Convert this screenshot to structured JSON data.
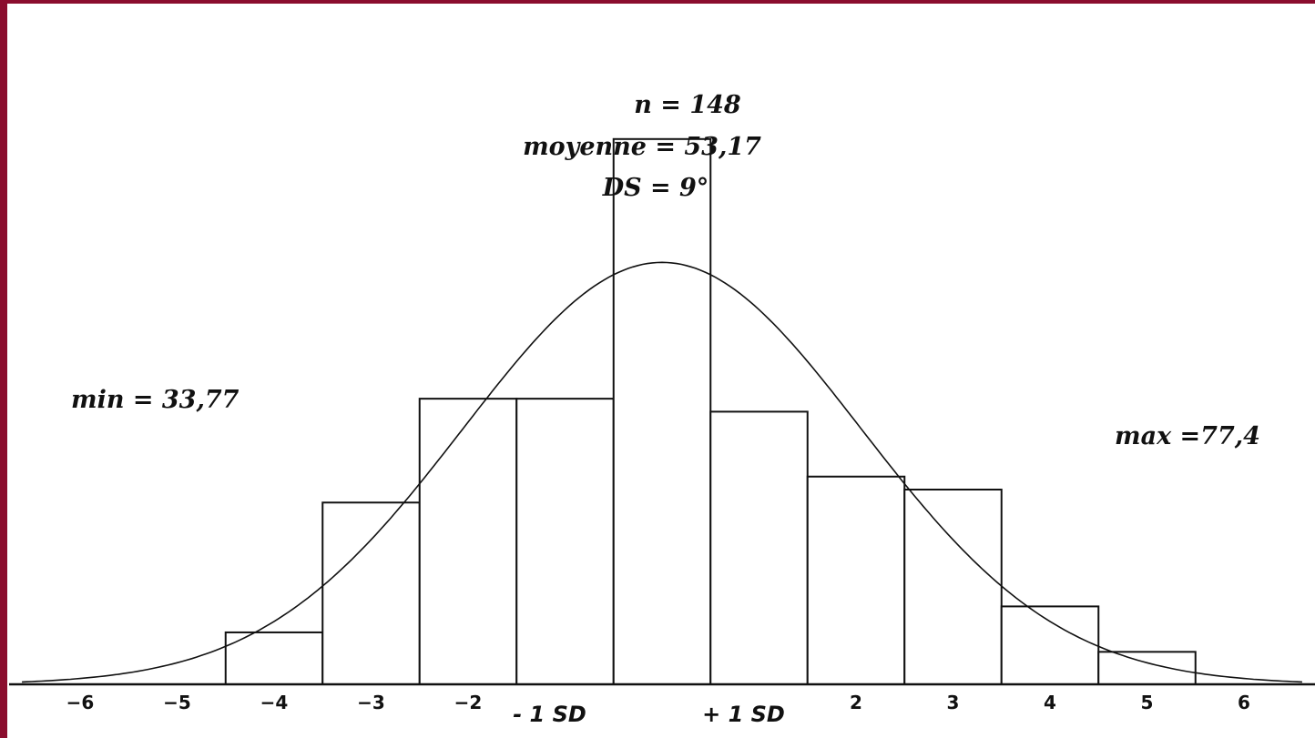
{
  "chart_data": {
    "type": "bar",
    "title": "",
    "xlabel": "",
    "ylabel": "",
    "x_ticks": [
      {
        "value": -6,
        "label": "−6"
      },
      {
        "value": -5,
        "label": "−5"
      },
      {
        "value": -4,
        "label": "−4"
      },
      {
        "value": -3,
        "label": "−3"
      },
      {
        "value": -2,
        "label": "−2"
      },
      {
        "value": 2,
        "label": "2"
      },
      {
        "value": 3,
        "label": "3"
      },
      {
        "value": 4,
        "label": "4"
      },
      {
        "value": 5,
        "label": "5"
      },
      {
        "value": 6,
        "label": "6"
      }
    ],
    "sd_labels": [
      {
        "value": -1,
        "label": "- 1 SD"
      },
      {
        "value": 1,
        "label": "+ 1 SD"
      }
    ],
    "xlim": [
      -7,
      7
    ],
    "ylim": [
      0,
      45
    ],
    "bins": [
      {
        "from": -4.5,
        "to": -3.5,
        "count": 4
      },
      {
        "from": -3.5,
        "to": -2.5,
        "count": 14
      },
      {
        "from": -2.5,
        "to": -1.5,
        "count": 22
      },
      {
        "from": -1.5,
        "to": -0.5,
        "count": 22
      },
      {
        "from": -0.5,
        "to": 0.5,
        "count": 42
      },
      {
        "from": 0.5,
        "to": 1.5,
        "count": 21
      },
      {
        "from": 1.5,
        "to": 2.5,
        "count": 16
      },
      {
        "from": 2.5,
        "to": 3.5,
        "count": 15
      },
      {
        "from": 3.5,
        "to": 4.5,
        "count": 6
      },
      {
        "from": 4.5,
        "to": 5.5,
        "count": 2.5
      }
    ],
    "curve": {
      "type": "normal",
      "mean": 0,
      "sd": 2.05,
      "peak": 32.5
    },
    "stats": {
      "n": "n = 148",
      "mean": "moyenne = 53,17",
      "sd": "DS = 9°",
      "min": "min = 33,77",
      "max": "max =77,4"
    },
    "grid": false,
    "legend": "none"
  },
  "colors": {
    "frame": "#8b0d2e",
    "ink": "#111111",
    "background": "#ffffff"
  }
}
